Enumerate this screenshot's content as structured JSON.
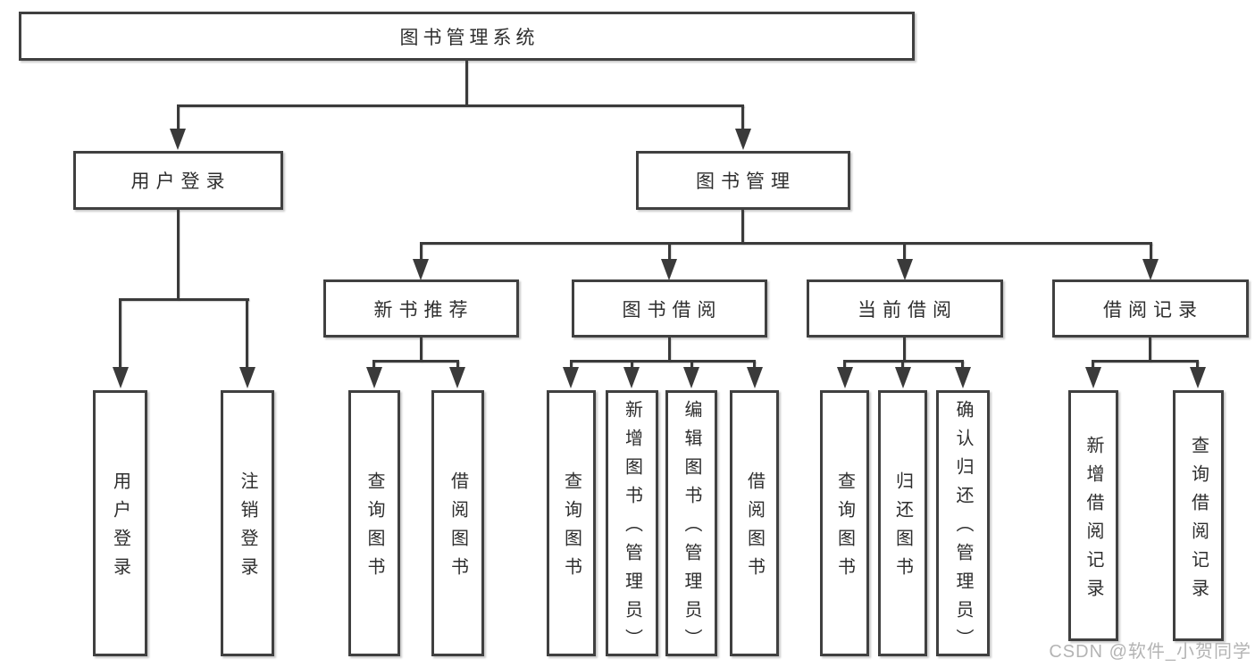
{
  "root": {
    "label": "图书管理系统"
  },
  "level2": [
    {
      "label": "用户登录"
    },
    {
      "label": "图书管理"
    }
  ],
  "level3": [
    {
      "label": "新书推荐"
    },
    {
      "label": "图书借阅"
    },
    {
      "label": "当前借阅"
    },
    {
      "label": "借阅记录"
    }
  ],
  "leaves": {
    "user_login": [
      "用户登录",
      "注销登录"
    ],
    "new_book_recommend": [
      "查询图书",
      "借阅图书"
    ],
    "book_borrow": [
      "查询图书",
      "新增图书（管理员）",
      "编辑图书（管理员）",
      "借阅图书"
    ],
    "current_borrow": [
      "查询图书",
      "归还图书",
      "确认归还（管理员）"
    ],
    "borrow_record": [
      "新增借阅记录",
      "查询借阅记录"
    ]
  },
  "watermark": "CSDN @软件_小贺同学",
  "colors": {
    "line": "#3a3a3a",
    "border": "#404040",
    "text": "#2e2e2e",
    "box_background": "#ffffff",
    "watermark": "#b4b4b4"
  }
}
